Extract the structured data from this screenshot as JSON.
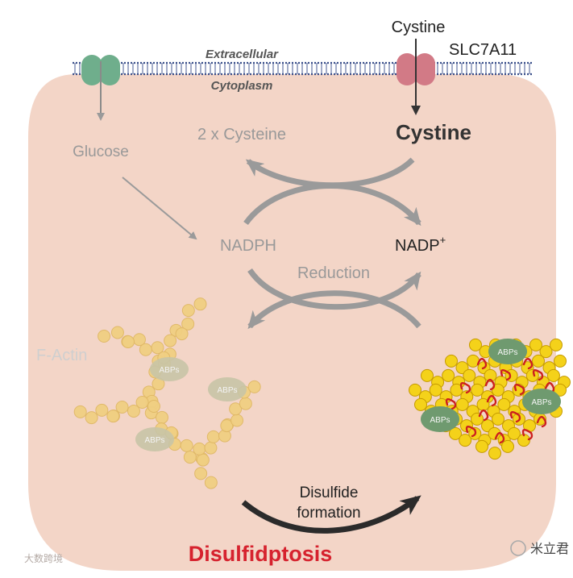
{
  "membrane": {
    "extracellular_label": "Extracellular",
    "cytoplasm_label": "Cytoplasm"
  },
  "transporter": {
    "substrate_label": "Cystine",
    "name": "SLC7A11"
  },
  "metabolites": {
    "cystine": "Cystine",
    "cysteine": "2 x Cysteine",
    "glucose": "Glucose",
    "nadph": "NADPH",
    "nadp_base": "NADP",
    "nadp_sup": "+",
    "reduction": "Reduction"
  },
  "actin": {
    "f_actin_label": "F-Actin",
    "abp_label": "ABPs"
  },
  "process": {
    "disulfide_line1": "Disulfide",
    "disulfide_line2": "formation",
    "outcome": "Disulfidptosis"
  },
  "watermarks": {
    "left": "大数跨境",
    "right": "米立君"
  },
  "colors": {
    "cell_fill": "#f3d5c7",
    "membrane_blue": "#3a4f8a",
    "transporter_left": "#6fae8c",
    "transporter_right": "#d27a86",
    "arrow_gray": "#9a9a9a",
    "actin_faded": "#f0cf82",
    "actin_bright": "#f4d21a",
    "abp_green": "#6f9a6f",
    "disulfide_red": "#cc1f1f",
    "outcome_red": "#d6222e"
  }
}
